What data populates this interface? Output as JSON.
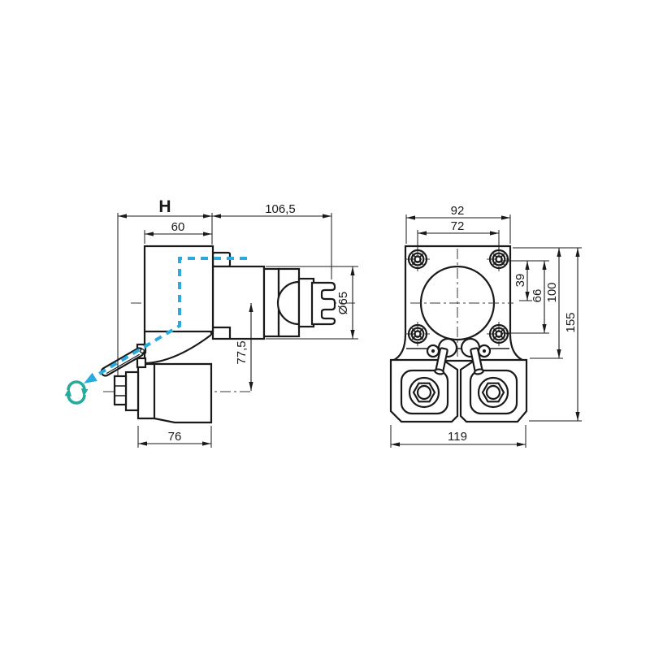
{
  "drawing": {
    "title": "angular-driven-tool-holder-technical-drawing",
    "colors": {
      "line": "#1a1a1a",
      "toolpath_accent": "#29ABE2",
      "rotation_accent": "#27AA9B",
      "background": "#ffffff"
    },
    "side_view": {
      "dims": {
        "h": "H",
        "w60": "60",
        "l106": "106,5",
        "d65": "Ø65",
        "h77": "77,5",
        "w76": "76"
      }
    },
    "front_view": {
      "dims": {
        "w92": "92",
        "b72": "72",
        "o39": "39",
        "b66": "66",
        "h100": "100",
        "h155": "155",
        "w119": "119"
      }
    },
    "icons": {
      "rotation": "rotation-arrows-icon",
      "toolpath": "toolpath-arrow-icon"
    }
  }
}
